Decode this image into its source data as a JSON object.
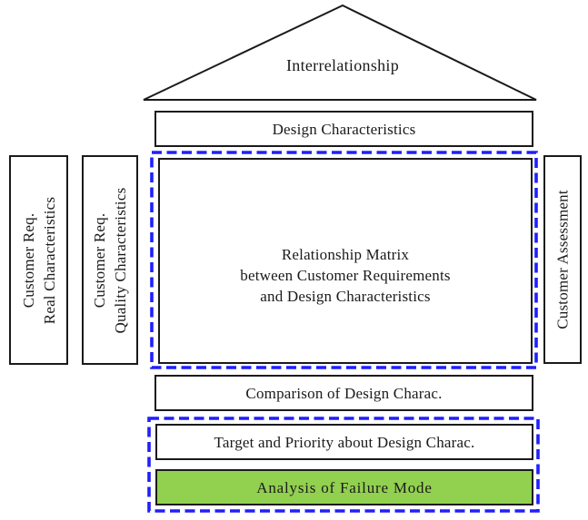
{
  "colors": {
    "ink": "#1a1a1a",
    "blue": "#1f1fff",
    "green": "#92d050",
    "paper": "#ffffff"
  },
  "roof": {
    "label": "Interrelationship"
  },
  "design_characteristics": {
    "label": "Design Characteristics"
  },
  "left_columns": [
    {
      "line1": "Customer Req.",
      "line2": "Real Characteristics"
    },
    {
      "line1": "Customer Req.",
      "line2": "Quality Characteristics"
    }
  ],
  "relationship_matrix": {
    "line1": "Relationship Matrix",
    "line2": "between Customer Requirements",
    "line3": "and Design Characteristics"
  },
  "customer_assessment": {
    "label": "Customer Assessment"
  },
  "comparison": {
    "label": "Comparison of Design Charac."
  },
  "target_priority": {
    "label": "Target and Priority about Design Charac."
  },
  "failure_mode": {
    "label": "Analysis of Failure Mode"
  }
}
